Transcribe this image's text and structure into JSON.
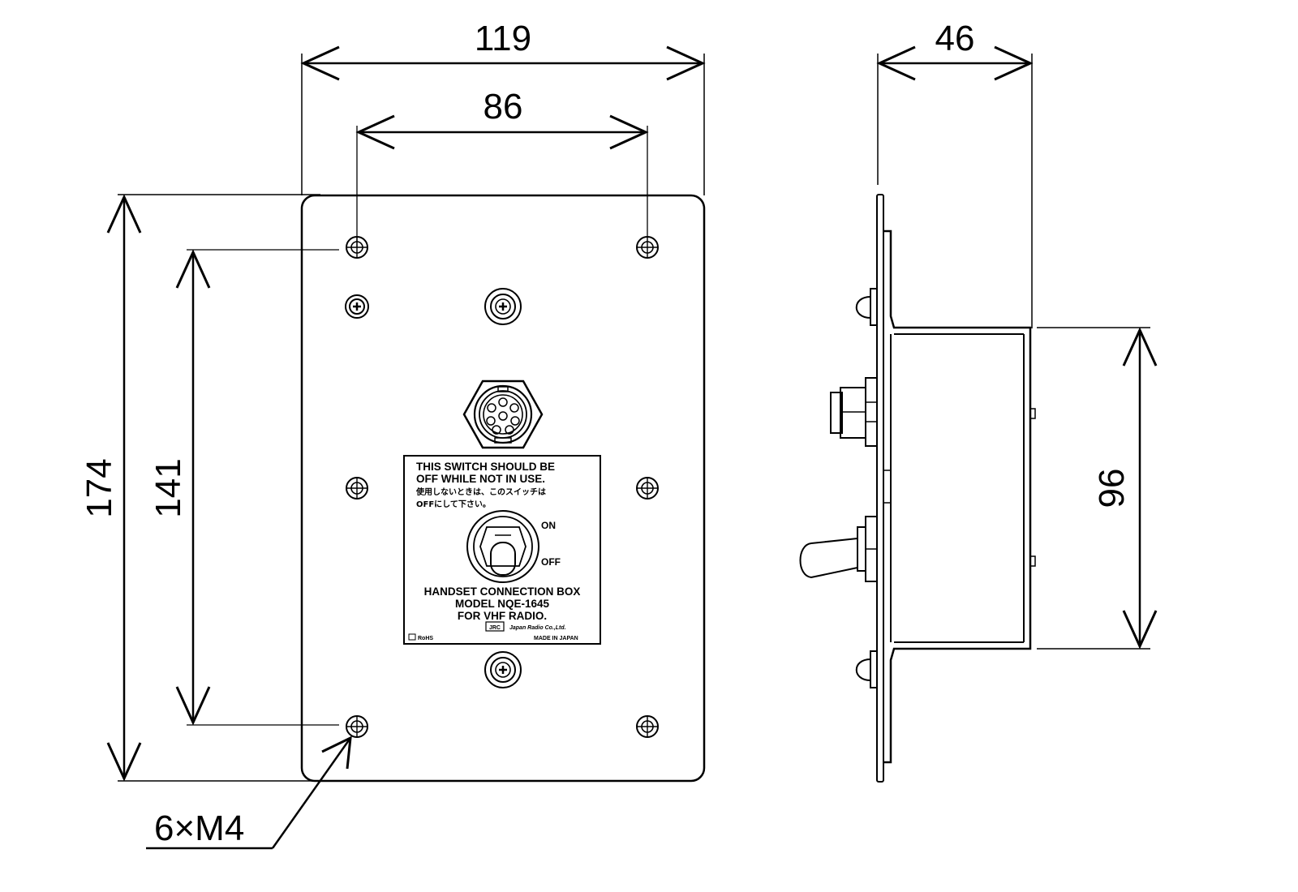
{
  "front_view": {
    "dimensions": {
      "overall_width": "119",
      "hole_pitch_width": "86",
      "overall_height": "174",
      "hole_pitch_height": "141",
      "holes_callout": "6×M4"
    },
    "label_plate": {
      "warning_en_line1": "THIS SWITCH SHOULD BE",
      "warning_en_line2": "OFF WHILE NOT IN USE.",
      "warning_jp_line1": "使用しないときは、このスイッチは",
      "warning_jp_line2": "OFFにして下さい。",
      "switch_on": "ON",
      "switch_off": "OFF",
      "product_name": "HANDSET CONNECTION BOX",
      "model": "MODEL NQE-1645",
      "application": "FOR VHF RADIO.",
      "maker_logo": "JRC",
      "maker_name": "Japan Radio Co.,Ltd.",
      "rohs_mark": "RoHS",
      "origin": "MADE IN JAPAN"
    }
  },
  "side_view": {
    "dimensions": {
      "depth": "46",
      "body_height": "96"
    }
  }
}
